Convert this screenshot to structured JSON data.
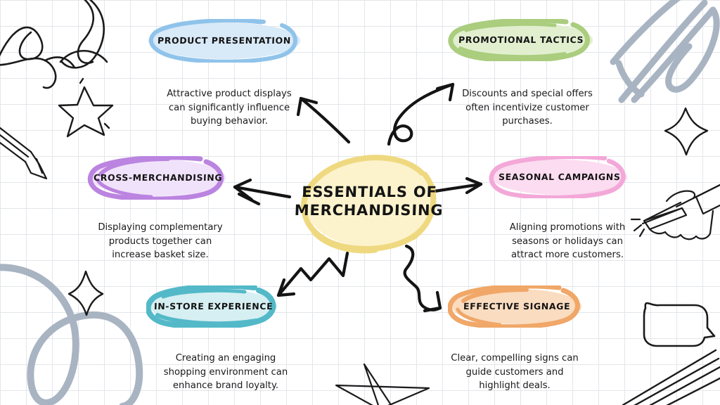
{
  "document": {
    "type": "mind-map",
    "background": "#ffffff",
    "grid_color": "#e3e6ea"
  },
  "center": {
    "label": "ESSENTIALS OF\nMERCHANDISING",
    "fill": "#fcf3cd",
    "stroke": "#efd980"
  },
  "branches": [
    {
      "id": "product-presentation",
      "label": "PRODUCT PRESENTATION",
      "description": "Attractive product displays\ncan significantly influence\nbuying behavior.",
      "fill": "#d8e9f8",
      "stroke": "#8fc3ea",
      "position": "top-left",
      "arrow_style": "curved"
    },
    {
      "id": "promotional-tactics",
      "label": "PROMOTIONAL TACTICS",
      "description": "Discounts and special offers\noften incentivize customer\npurchases.",
      "fill": "#e1efcf",
      "stroke": "#aacd7e",
      "position": "top-right",
      "arrow_style": "looped"
    },
    {
      "id": "cross-merchandising",
      "label": "CROSS-MERCHANDISING",
      "description": "Displaying complementary\nproducts together can\nincrease basket size.",
      "fill": "#f0e2fa",
      "stroke": "#bb84e0",
      "position": "middle-left",
      "arrow_style": "straight"
    },
    {
      "id": "seasonal-campaigns",
      "label": "SEASONAL CAMPAIGNS",
      "description": "Aligning promotions with\nseasons or holidays can\nattract more customers.",
      "fill": "#fbdcf0",
      "stroke": "#f3a8d8",
      "position": "middle-right",
      "arrow_style": "straight"
    },
    {
      "id": "in-store-experience",
      "label": "IN-STORE EXPERIENCE",
      "description": "Creating an engaging\nshopping environment can\nenhance brand loyalty.",
      "fill": "#d6eff2",
      "stroke": "#53b9c8",
      "position": "bottom-left",
      "arrow_style": "zigzag"
    },
    {
      "id": "effective-signage",
      "label": "EFFECTIVE SIGNAGE",
      "description": "Clear, compelling signs can\nguide customers and\nhighlight deals.",
      "fill": "#fadcc0",
      "stroke": "#f0a768",
      "position": "bottom-right",
      "arrow_style": "wavy"
    }
  ],
  "decorations": [
    {
      "name": "squiggle-doodle",
      "position": "top-left",
      "color": "#1a1a1a"
    },
    {
      "name": "star-outline-icon",
      "position": "top-left",
      "color": "#1a1a1a"
    },
    {
      "name": "pencil-icon",
      "position": "left",
      "color": "#1a1a1a"
    },
    {
      "name": "gray-scribble-doodle",
      "position": "top-right",
      "color": "#a9b4c2"
    },
    {
      "name": "sparkle-icon",
      "position": "right",
      "color": "#1a1a1a"
    },
    {
      "name": "hand-with-pen-icon",
      "position": "right",
      "color": "#1a1a1a"
    },
    {
      "name": "gray-loop-doodle",
      "position": "bottom-left",
      "color": "#a9b4c2"
    },
    {
      "name": "sparkle-icon",
      "position": "bottom-left",
      "color": "#1a1a1a"
    },
    {
      "name": "star-outline-icon",
      "position": "bottom-center",
      "color": "#1a1a1a"
    },
    {
      "name": "speech-bubble-icon",
      "position": "bottom-right",
      "color": "#1a1a1a"
    },
    {
      "name": "diagonal-strokes-doodle",
      "position": "bottom-right",
      "color": "#1a1a1a"
    }
  ]
}
